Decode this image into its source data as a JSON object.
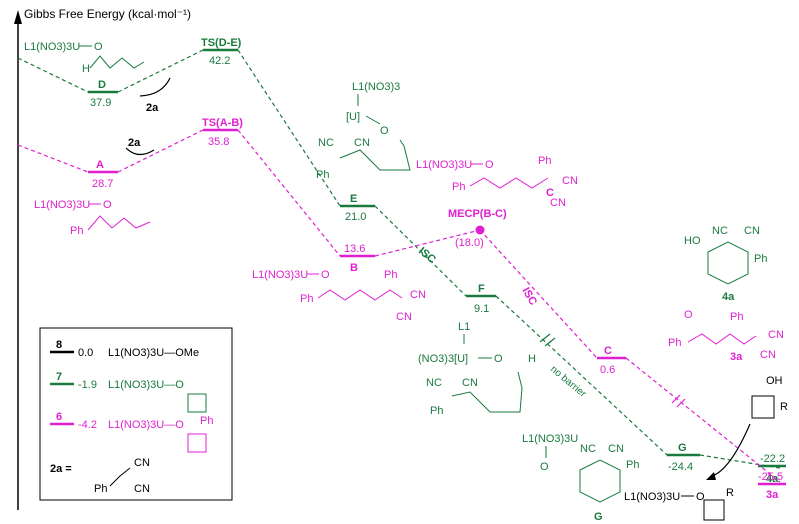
{
  "axis": {
    "ylabel": "Gibbs Free Energy (kcal·mol⁻¹)"
  },
  "colors": {
    "green": "#1a7a3e",
    "magenta": "#e020d0",
    "black": "#000000"
  },
  "states": {
    "D": {
      "label": "D",
      "value": "37.9"
    },
    "TSDE": {
      "label": "TS(D-E)",
      "value": "42.2"
    },
    "A": {
      "label": "A",
      "value": "28.7"
    },
    "TSAB": {
      "label": "TS(A-B)",
      "value": "35.8"
    },
    "E": {
      "label": "E",
      "value": "21.0"
    },
    "B": {
      "label": "B",
      "value": "13.6"
    },
    "MECP": {
      "label": "MECP(B-C)",
      "value": "(18.0)"
    },
    "F": {
      "label": "F",
      "value": "9.1"
    },
    "C": {
      "label": "C",
      "value": "0.6"
    },
    "G": {
      "label": "G",
      "value": "-24.4"
    },
    "G4a": {
      "label": "4a",
      "value": "-22.2"
    },
    "P3a": {
      "label": "3a",
      "value": "-25.5"
    }
  },
  "annotations": {
    "isc1": "ISC",
    "isc2": "ISC",
    "nobarrier": "no barrier",
    "reagent": "2a"
  },
  "structures": {
    "uranyl": "L1(NO3)3U",
    "L1": "L1",
    "L1no3": "L1(NO3)3",
    "Uring": "[U]",
    "no3U": "(NO3)3[U]",
    "NC": "NC",
    "CN": "CN",
    "Ph": "Ph",
    "HO": "HO",
    "OH": "OH",
    "O": "O",
    "H": "H",
    "R": "R",
    "label4a": "4a",
    "label3a": "3a",
    "labelC": "C",
    "labelG": "G"
  },
  "legend": {
    "items": [
      {
        "id": "8",
        "value": "0.0",
        "formula": "L1(NO3)3U—OMe",
        "color": "#000000"
      },
      {
        "id": "7",
        "value": "-1.9",
        "formula": "L1(NO3)3U—O",
        "color": "#1a7a3e"
      },
      {
        "id": "6",
        "value": "-4.2",
        "formula": "L1(NO3)3U—O",
        "color": "#e020d0"
      }
    ],
    "reagent_label": "2a =",
    "Ph": "Ph",
    "CN": "CN"
  }
}
